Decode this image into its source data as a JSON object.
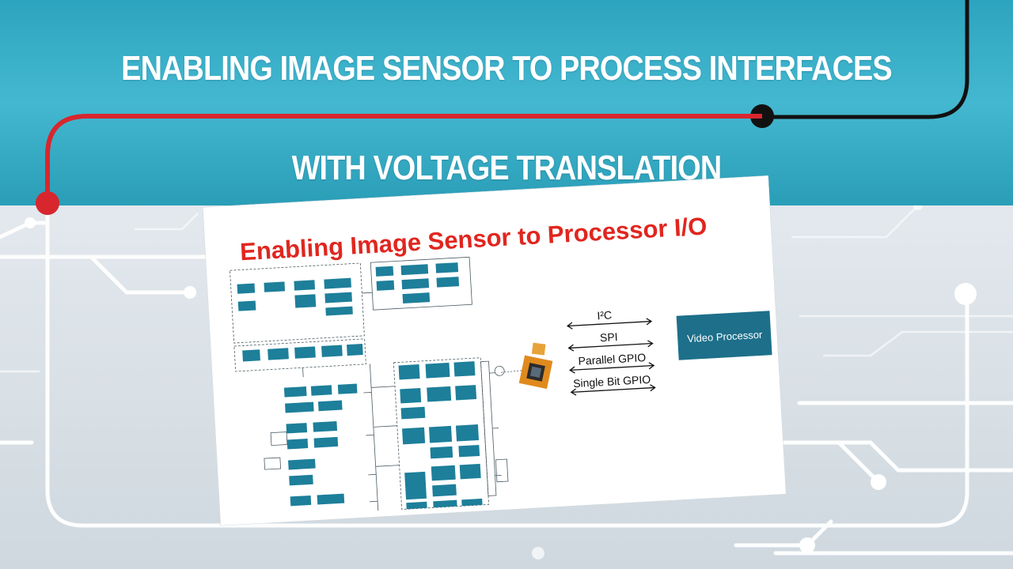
{
  "banner": {
    "title_line1": "ENABLING IMAGE SENSOR TO PROCESS INTERFACES",
    "title_line2": "WITH VOLTAGE TRANSLATION",
    "bg_color": "#3ab0c8",
    "accent_red": "#d8262e"
  },
  "slide": {
    "title": "Enabling Image Sensor to Processor I/O",
    "video_processor": "Video Processor",
    "interfaces": [
      "I²C",
      "SPI",
      "Parallel GPIO",
      "Single Bit GPIO"
    ],
    "block_color": "#1d7f9a"
  }
}
